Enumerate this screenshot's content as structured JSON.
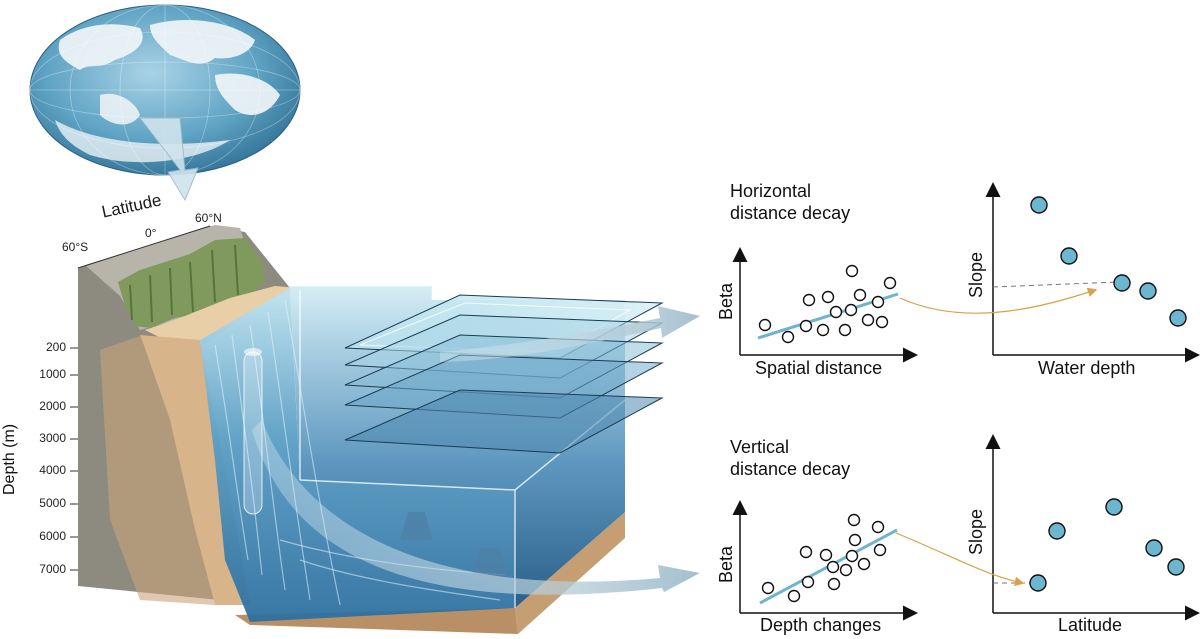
{
  "latitude": {
    "title": "Latitude",
    "ticks": [
      "60°S",
      "0°",
      "60°N"
    ]
  },
  "depth_axis": {
    "label": "Depth (m)",
    "ticks": [
      "200",
      "1000",
      "2000",
      "3000",
      "4000",
      "5000",
      "6000",
      "7000"
    ]
  },
  "panels": {
    "horizontal": {
      "title_line1": "Horizontal",
      "title_line2": "distance decay",
      "beta_plot": {
        "ylabel": "Beta",
        "xlabel": "Spatial distance"
      },
      "slope_plot": {
        "ylabel": "Slope",
        "xlabel": "Water depth"
      }
    },
    "vertical": {
      "title_line1": "Vertical",
      "title_line2": "distance decay",
      "beta_plot": {
        "ylabel": "Beta",
        "xlabel": "Depth changes"
      },
      "slope_plot": {
        "ylabel": "Slope",
        "xlabel": "Latitude"
      }
    }
  },
  "colors": {
    "ocean_light": "#bfe3ef",
    "ocean_deep": "#2e6fa0",
    "marker_fill": "#6db6d0",
    "trend_line": "#6fb3cf",
    "arrow": "#d7a24a",
    "land": "#8d8a80",
    "sediment": "#d8b48a",
    "vegetation": "#7f9a5c"
  }
}
